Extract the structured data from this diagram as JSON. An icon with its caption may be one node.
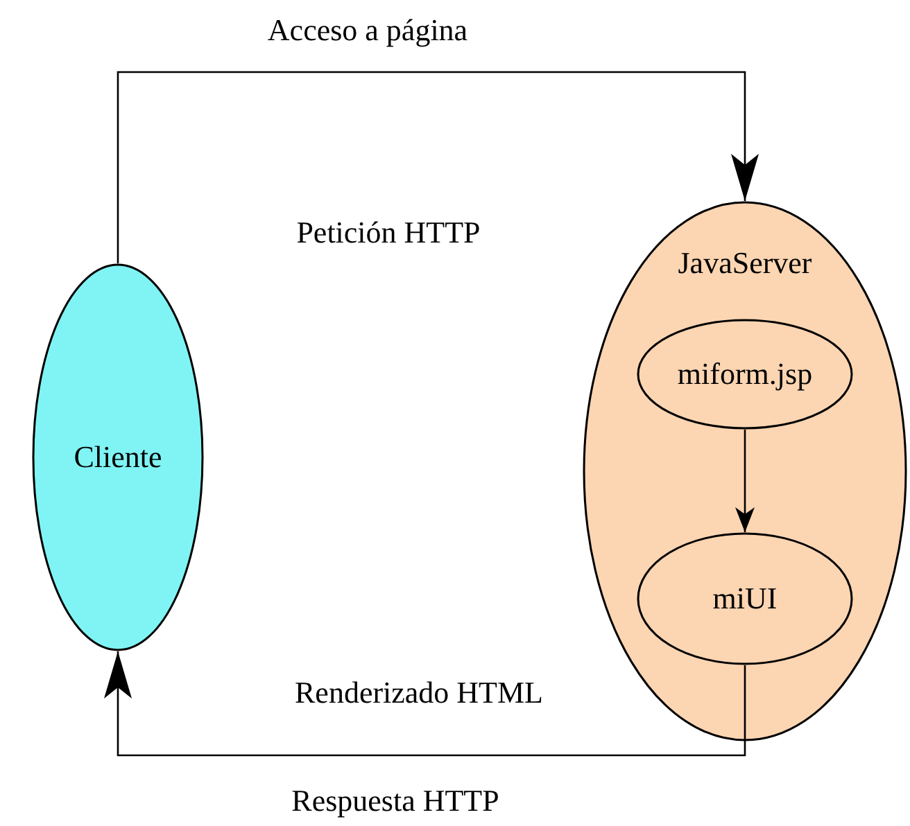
{
  "diagram": {
    "nodes": [
      {
        "text": [
          "Cliente"
        ]
      },
      {
        "text": [
          "JavaServer"
        ]
      },
      {
        "text": [
          "miform.jsp"
        ],
        "in": 1
      },
      {
        "text": [
          "miUI"
        ],
        "in": 1
      }
    ],
    "edges": [
      {
        "from": 0,
        "to": 1,
        "arrow": "to",
        "label": "Acceso a página"
      },
      {
        "from": 2,
        "to": 3,
        "arrow": "to"
      },
      {
        "from": 3,
        "to": 0,
        "arrow": "to",
        "label": "Respuesta HTTP"
      }
    ],
    "labels": [
      "Petición HTTP",
      "Renderizado HTML"
    ]
  }
}
